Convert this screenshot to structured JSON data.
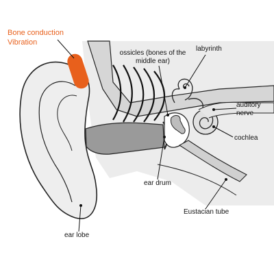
{
  "colors": {
    "accent": "#E8601C",
    "outline": "#222222",
    "skin": "#E9E9E9",
    "canal_shade": "#9A9A9A",
    "tissue": "#C8C8C8"
  },
  "labels": {
    "bone_conduction": "Bone conduction",
    "vibration": "Vibration",
    "ossicles_line1": "ossicles (bones of the",
    "ossicles_line2": "middle ear)",
    "labyrinth": "labyrinth",
    "auditory_line1": "auditory",
    "auditory_line2": "nerve",
    "cochlea": "cochlea",
    "ear_drum": "ear drum",
    "eustacian_tube": "Eustacian tube",
    "ear_lobe": "ear lobe"
  }
}
